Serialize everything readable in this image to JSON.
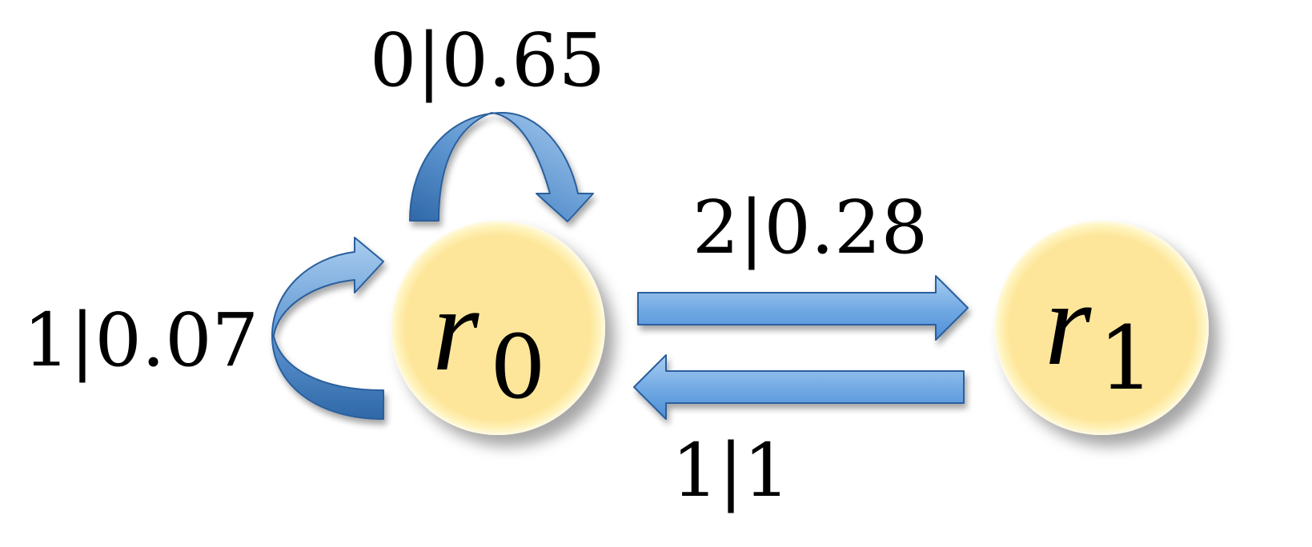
{
  "diagram": {
    "states": [
      {
        "id": "r0",
        "symbol": "r",
        "subscript": "0"
      },
      {
        "id": "r1",
        "symbol": "r",
        "subscript": "1"
      }
    ],
    "transitions": [
      {
        "from": "r0",
        "to": "r0",
        "label": "0|0.65"
      },
      {
        "from": "r0",
        "to": "r0",
        "label": "1|0.07"
      },
      {
        "from": "r0",
        "to": "r1",
        "label": "2|0.28"
      },
      {
        "from": "r1",
        "to": "r0",
        "label": "1|1"
      }
    ]
  },
  "colors": {
    "state_fill": "#fde69a",
    "state_glow": "#fff6c4",
    "arrow_light": "#a9cdf0",
    "arrow_mid": "#6fa8e3",
    "arrow_dark": "#2f68a8",
    "arrow_stroke": "#2a5e9c"
  }
}
